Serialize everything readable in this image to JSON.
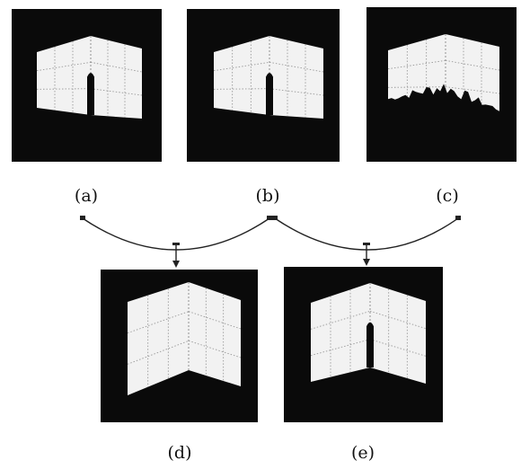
{
  "panels": [
    {
      "id": "a",
      "label": "(a)",
      "variant": "object"
    },
    {
      "id": "b",
      "label": "(b)",
      "variant": "object"
    },
    {
      "id": "c",
      "label": "(c)",
      "variant": "clutter"
    },
    {
      "id": "d",
      "label": "(d)",
      "variant": "clean"
    },
    {
      "id": "e",
      "label": "(e)",
      "variant": "object"
    }
  ],
  "colors": {
    "background": "#0a0a0a",
    "surface": "#f2f2f2",
    "grid": "#9a9a9a",
    "connector": "#222222"
  }
}
